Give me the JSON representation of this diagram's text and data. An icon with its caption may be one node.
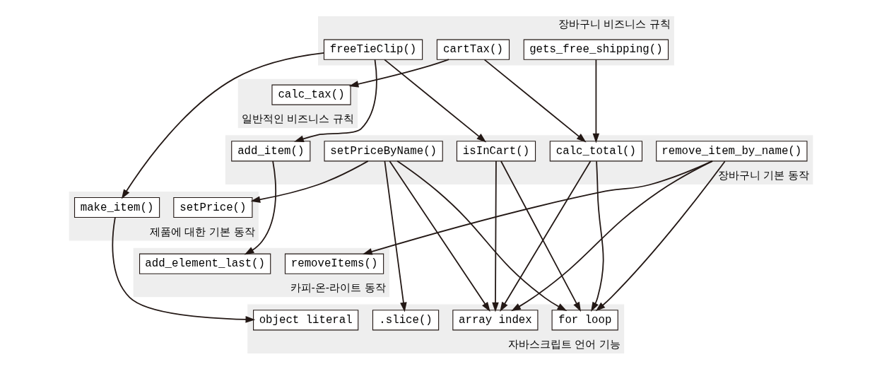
{
  "diagram": {
    "nodes": [
      {
        "text": [
          "장바구니 비즈니스 규칙"
        ]
      },
      {
        "text": [
          "freeTieClip()"
        ],
        "in": 0
      },
      {
        "text": [
          "gets_free_shipping()"
        ],
        "in": 0
      },
      {
        "text": [
          "cartTax()"
        ],
        "in": 0
      },
      {
        "text": [
          "일반적인 비즈니스 규칙"
        ]
      },
      {
        "text": [
          "calc_tax()"
        ],
        "in": 4
      },
      {
        "text": [
          "장바구니 기본 동작"
        ]
      },
      {
        "text": [
          "add_item()"
        ],
        "in": 6
      },
      {
        "text": [
          "setPriceByName()"
        ],
        "in": 6
      },
      {
        "text": [
          "isInCart()"
        ],
        "in": 6
      },
      {
        "text": [
          "calc_total()"
        ],
        "in": 6
      },
      {
        "text": [
          "remove_item_by_name()"
        ],
        "in": 6
      },
      {
        "text": [
          "제품에 대한 기본 동작"
        ]
      },
      {
        "text": [
          "make_item()"
        ],
        "in": 12
      },
      {
        "text": [
          "setPrice()"
        ],
        "in": 12
      },
      {
        "text": [
          "카피-온-라이트 동작"
        ]
      },
      {
        "text": [
          "add_element_last()"
        ],
        "in": 15
      },
      {
        "text": [
          "removeItems()"
        ],
        "in": 15
      },
      {
        "text": [
          "자바스크립트 언어 기능"
        ]
      },
      {
        "text": [
          "object literal"
        ],
        "in": 18
      },
      {
        "text": [
          ".slice()"
        ],
        "in": 18
      },
      {
        "text": [
          "for loop"
        ],
        "in": 18
      },
      {
        "text": [
          "array index"
        ],
        "in": 18
      }
    ],
    "edges": [
      {
        "from": 1,
        "to": 7,
        "arrow": "to"
      },
      {
        "from": 1,
        "to": 13,
        "arrow": "to"
      },
      {
        "from": 1,
        "to": 9,
        "arrow": "to"
      },
      {
        "from": 2,
        "to": 10,
        "arrow": "to"
      },
      {
        "from": 3,
        "to": 5,
        "arrow": "to"
      },
      {
        "from": 3,
        "to": 10,
        "arrow": "to"
      },
      {
        "from": 7,
        "to": 16,
        "arrow": "to"
      },
      {
        "from": 8,
        "to": 14,
        "arrow": "to"
      },
      {
        "from": 8,
        "to": 20,
        "arrow": "to"
      },
      {
        "from": 8,
        "to": 21,
        "arrow": "to"
      },
      {
        "from": 8,
        "to": 22,
        "arrow": "to"
      },
      {
        "from": 9,
        "to": 21,
        "arrow": "to"
      },
      {
        "from": 9,
        "to": 22,
        "arrow": "to"
      },
      {
        "from": 10,
        "to": 21,
        "arrow": "to"
      },
      {
        "from": 10,
        "to": 22,
        "arrow": "to"
      },
      {
        "from": 11,
        "to": 21,
        "arrow": "to"
      },
      {
        "from": 11,
        "to": 22,
        "arrow": "to"
      },
      {
        "from": 11,
        "to": 17,
        "arrow": "to"
      },
      {
        "from": 13,
        "to": 19,
        "arrow": "to"
      }
    ]
  }
}
